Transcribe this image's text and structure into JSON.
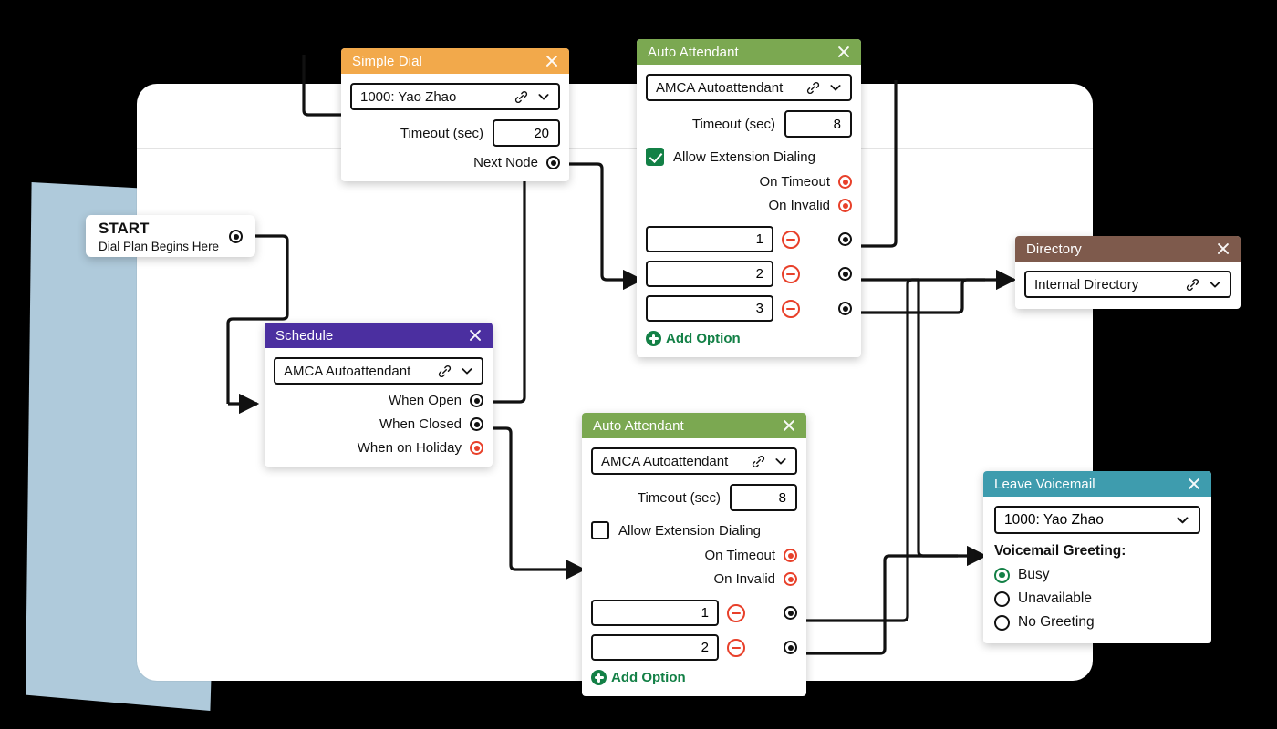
{
  "theme": {
    "bg": "#000000",
    "canvas": "#ffffff",
    "accent_sheet": "#AFCADB",
    "orange": "#F2A94B",
    "green": "#7BA851",
    "purple": "#4B2FA0",
    "brown": "#7E5A4C",
    "teal": "#3E9CAE",
    "red": "#E8402A",
    "green_dark": "#138046"
  },
  "start": {
    "title": "START",
    "subtitle": "Dial Plan Begins Here"
  },
  "simple_dial": {
    "title": "Simple Dial",
    "target": "1000: Yao Zhao",
    "timeout_label": "Timeout (sec)",
    "timeout_value": "20",
    "next_label": "Next Node"
  },
  "schedule": {
    "title": "Schedule",
    "target": "AMCA Autoattendant",
    "ports": [
      {
        "label": "When Open",
        "state": "connected"
      },
      {
        "label": "When Closed",
        "state": "connected"
      },
      {
        "label": "When on Holiday",
        "state": "unconnected"
      }
    ]
  },
  "auto_attendant_1": {
    "title": "Auto Attendant",
    "target": "AMCA Autoattendant",
    "timeout_label": "Timeout (sec)",
    "timeout_value": "8",
    "allow_ext_label": "Allow Extension Dialing",
    "allow_ext_checked": true,
    "on_timeout_label": "On Timeout",
    "on_invalid_label": "On Invalid",
    "options": [
      "1",
      "2",
      "3"
    ],
    "add_option_label": "Add Option"
  },
  "auto_attendant_2": {
    "title": "Auto Attendant",
    "target": "AMCA Autoattendant",
    "timeout_label": "Timeout (sec)",
    "timeout_value": "8",
    "allow_ext_label": "Allow Extension Dialing",
    "allow_ext_checked": false,
    "on_timeout_label": "On Timeout",
    "on_invalid_label": "On Invalid",
    "options": [
      "1",
      "2"
    ],
    "add_option_label": "Add Option"
  },
  "directory": {
    "title": "Directory",
    "target": "Internal Directory"
  },
  "voicemail": {
    "title": "Leave Voicemail",
    "target": "1000: Yao Zhao",
    "greeting_label": "Voicemail Greeting:",
    "greetings": [
      {
        "label": "Busy",
        "selected": true
      },
      {
        "label": "Unavailable",
        "selected": false
      },
      {
        "label": "No Greeting",
        "selected": false
      }
    ]
  }
}
